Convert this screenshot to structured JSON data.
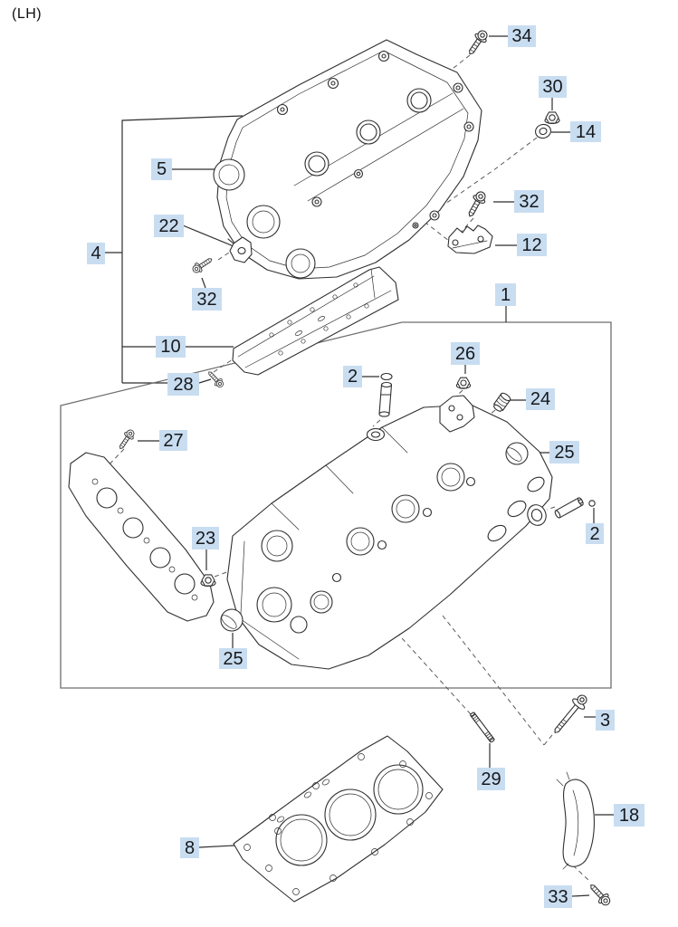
{
  "page": {
    "side_label": "(LH)"
  },
  "colors": {
    "callout_bg": "#c9ddf1",
    "callout_text": "#17191c",
    "art_line": "#2f2f2f",
    "group_box_line": "#6e6e6e",
    "dashed_line": "#5a5a5a",
    "background": "#ffffff"
  },
  "callouts": [
    {
      "label": "34"
    },
    {
      "label": "30"
    },
    {
      "label": "14"
    },
    {
      "label": "5"
    },
    {
      "label": "32"
    },
    {
      "label": "22"
    },
    {
      "label": "12"
    },
    {
      "label": "4"
    },
    {
      "label": "32"
    },
    {
      "label": "1"
    },
    {
      "label": "10"
    },
    {
      "label": "2"
    },
    {
      "label": "26"
    },
    {
      "label": "28"
    },
    {
      "label": "24"
    },
    {
      "label": "27"
    },
    {
      "label": "25"
    },
    {
      "label": "2"
    },
    {
      "label": "23"
    },
    {
      "label": "25"
    },
    {
      "label": "3"
    },
    {
      "label": "29"
    },
    {
      "label": "18"
    },
    {
      "label": "8"
    },
    {
      "label": "33"
    }
  ]
}
